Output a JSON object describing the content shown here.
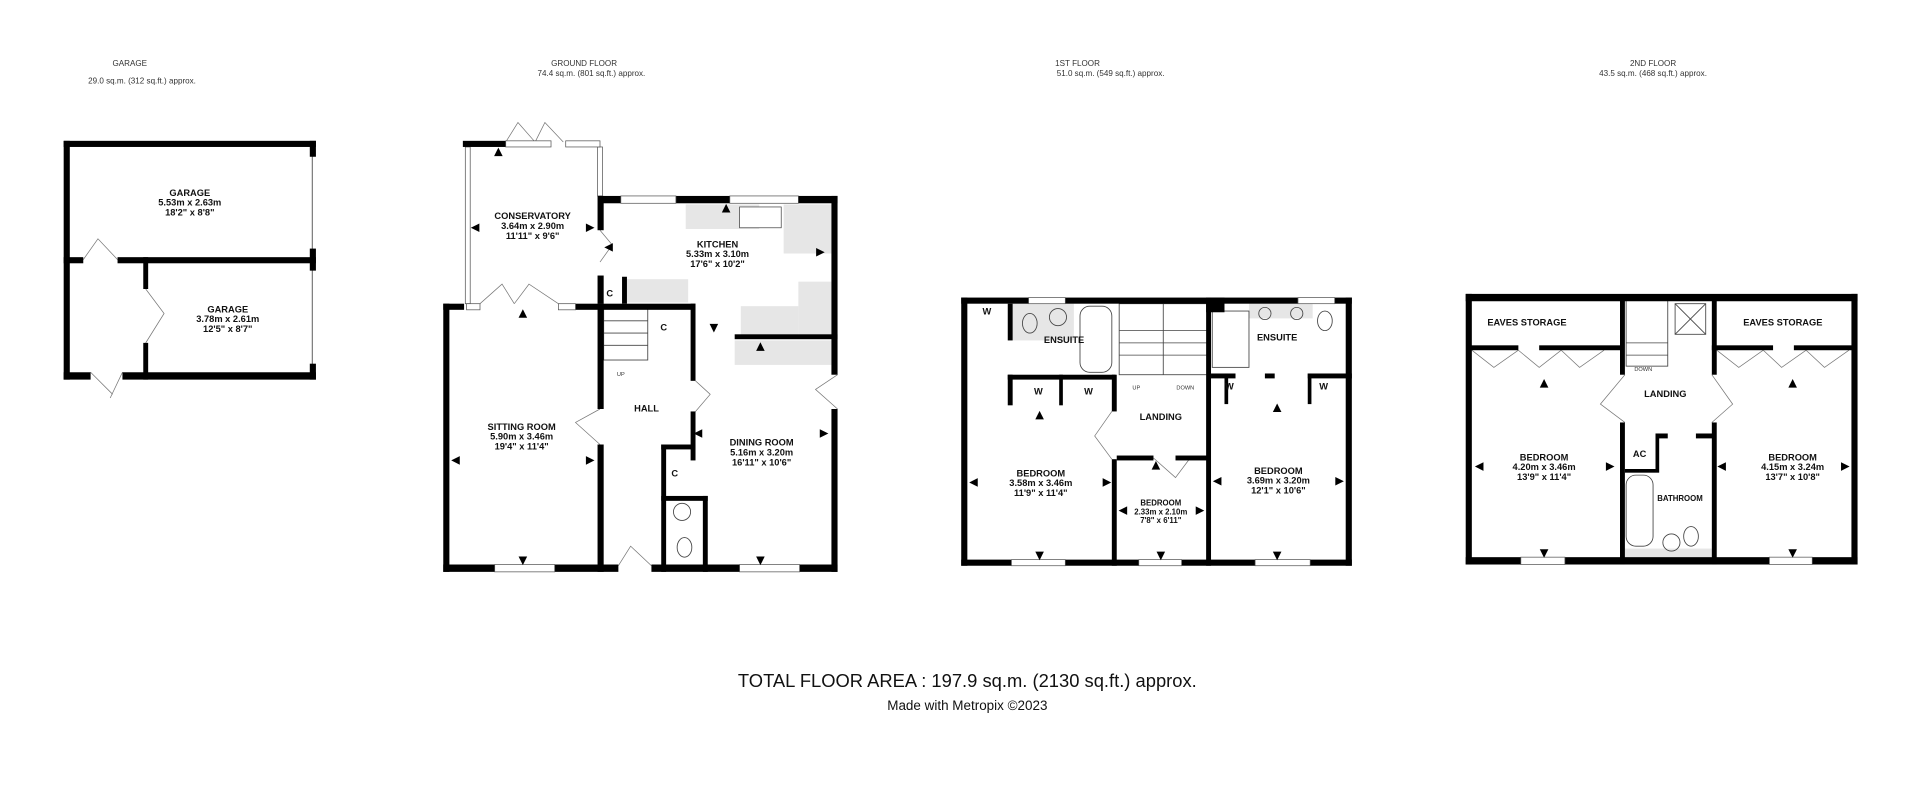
{
  "floors": {
    "garage": {
      "title": "GARAGE",
      "area": "29.0 sq.m. (312 sq.ft.) approx.",
      "rooms": [
        {
          "name": "GARAGE",
          "metric": "5.53m  x 2.63m",
          "imperial": "18'2\"  x 8'8\""
        },
        {
          "name": "GARAGE",
          "metric": "3.78m  x 2.61m",
          "imperial": "12'5\"  x 8'7\""
        }
      ]
    },
    "ground": {
      "title": "GROUND FLOOR",
      "area": "74.4 sq.m. (801 sq.ft.) approx.",
      "rooms": [
        {
          "name": "CONSERVATORY",
          "metric": "3.64m  x 2.90m",
          "imperial": "11'11\"  x 9'6\""
        },
        {
          "name": "KITCHEN",
          "metric": "5.33m  x 3.10m",
          "imperial": "17'6\"  x 10'2\""
        },
        {
          "name": "SITTING ROOM",
          "metric": "5.90m  x 3.46m",
          "imperial": "19'4\"  x 11'4\""
        },
        {
          "name": "HALL"
        },
        {
          "name": "DINING ROOM",
          "metric": "5.16m  x 3.20m",
          "imperial": "16'11\"  x 10'6\""
        }
      ],
      "cupboard": "C",
      "up": "UP"
    },
    "first": {
      "title": "1ST FLOOR",
      "area": "51.0 sq.m. (549 sq.ft.) approx.",
      "rooms": [
        {
          "name": "ENSUITE"
        },
        {
          "name": "ENSUITE"
        },
        {
          "name": "BEDROOM",
          "metric": "3.58m  x 3.46m",
          "imperial": "11'9\"  x 11'4\""
        },
        {
          "name": "LANDING"
        },
        {
          "name": "BEDROOM",
          "metric": "2.33m  x 2.10m",
          "imperial": "7'8\"  x 6'11\""
        },
        {
          "name": "BEDROOM",
          "metric": "3.69m  x 3.20m",
          "imperial": "12'1\"  x 10'6\""
        }
      ],
      "wardrobe": "W",
      "up": "UP",
      "down": "DOWN"
    },
    "second": {
      "title": "2ND FLOOR",
      "area": "43.5 sq.m. (468 sq.ft.) approx.",
      "rooms": [
        {
          "name": "EAVES STORAGE"
        },
        {
          "name": "EAVES STORAGE"
        },
        {
          "name": "LANDING"
        },
        {
          "name": "AC"
        },
        {
          "name": "BATHROOM"
        },
        {
          "name": "BEDROOM",
          "metric": "4.20m  x 3.46m",
          "imperial": "13'9\"  x 11'4\""
        },
        {
          "name": "BEDROOM",
          "metric": "4.15m  x 3.24m",
          "imperial": "13'7\"  x 10'8\""
        }
      ],
      "down": "DOWN"
    }
  },
  "footer": {
    "total": "TOTAL FLOOR AREA : 197.9 sq.m. (2130 sq.ft.) approx.",
    "credit": "Made with Metropix ©2023"
  },
  "colors": {
    "wall": "#000000",
    "fixture": "#e6e6e6",
    "background": "#ffffff"
  }
}
